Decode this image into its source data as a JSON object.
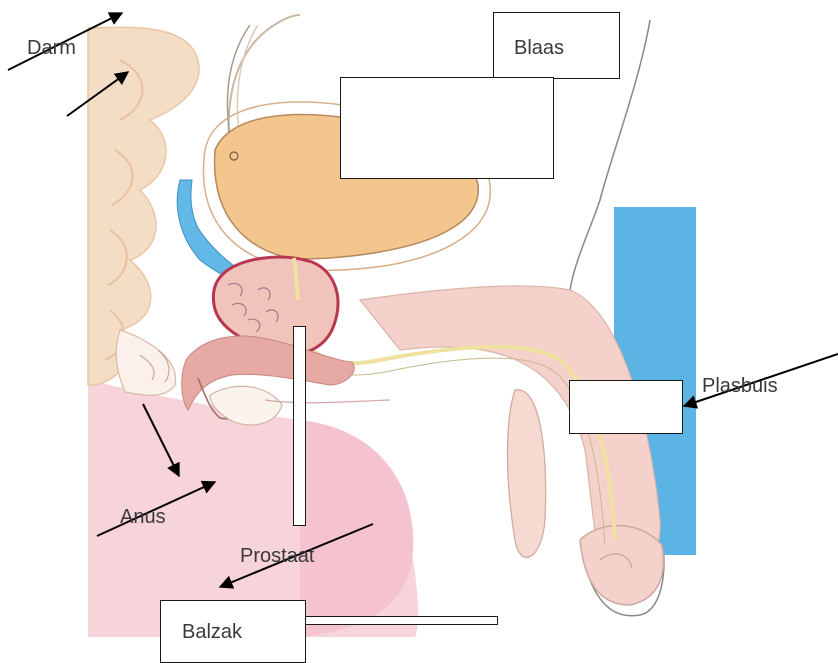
{
  "labels": {
    "darm": "Darm",
    "blaas": "Blaas",
    "plasbuis": "Plasbuis",
    "anus": "Anus",
    "prostaat": "Prostaat",
    "balzak": "Balzak"
  },
  "colors": {
    "skin": "#f6dccd",
    "skin_dark": "#f0c8b4",
    "pink": "#f6cfd6",
    "bladder": "#f2c48c",
    "blue": "#5bb4e3",
    "prostate": "#c94b63",
    "urethra": "#f0e8a8"
  }
}
